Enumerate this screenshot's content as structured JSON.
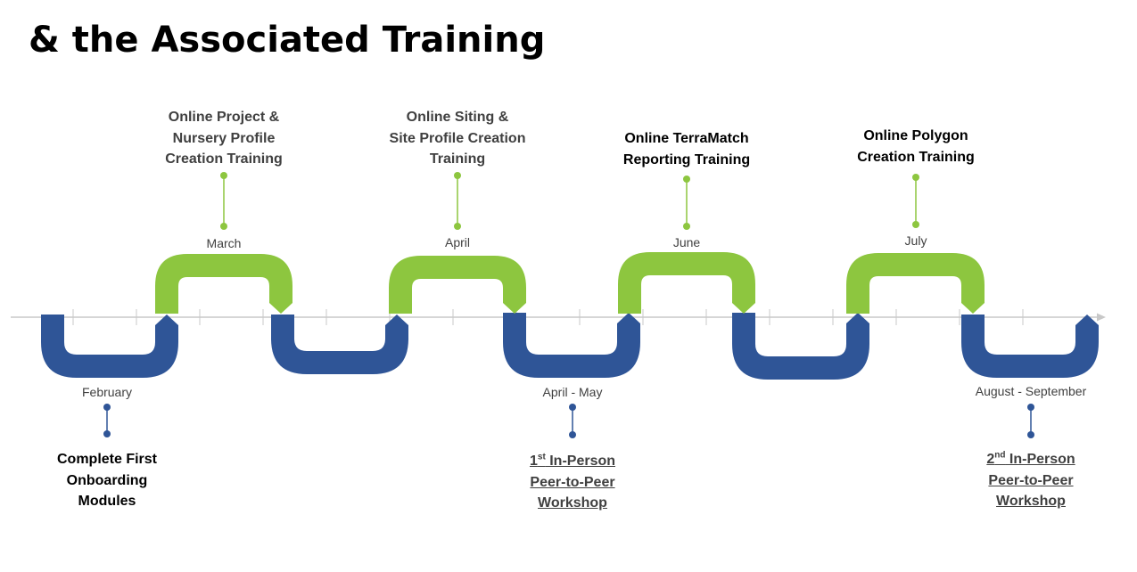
{
  "title": "& the Associated Training",
  "colors": {
    "green": "#8dc63f",
    "blue": "#2f5597",
    "axis": "#c8c8c8"
  },
  "months": {
    "february": "February",
    "march": "March",
    "april": "April",
    "april_may": "April - May",
    "june": "June",
    "july": "July",
    "aug_sep": "August - September"
  },
  "events": {
    "project_nursery": [
      "Online Project &",
      "Nursery Profile",
      "Creation Training"
    ],
    "siting": [
      "Online Siting &",
      "Site Profile Creation",
      "Training"
    ],
    "reporting": [
      "Online TerraMatch",
      "Reporting Training"
    ],
    "polygon": [
      "Online Polygon",
      "Creation Training"
    ],
    "onboarding": [
      "Complete First",
      "Onboarding",
      "Modules"
    ],
    "workshop1": {
      "ordinal": "1",
      "sup": "st",
      "rest": " In-Person",
      "line2": "Peer-to-Peer",
      "line3": "Workshop"
    },
    "workshop2": {
      "ordinal": "2",
      "sup": "nd",
      "rest": " In-Person",
      "line2": "Peer-to-Peer",
      "line3": "Workshop"
    }
  }
}
